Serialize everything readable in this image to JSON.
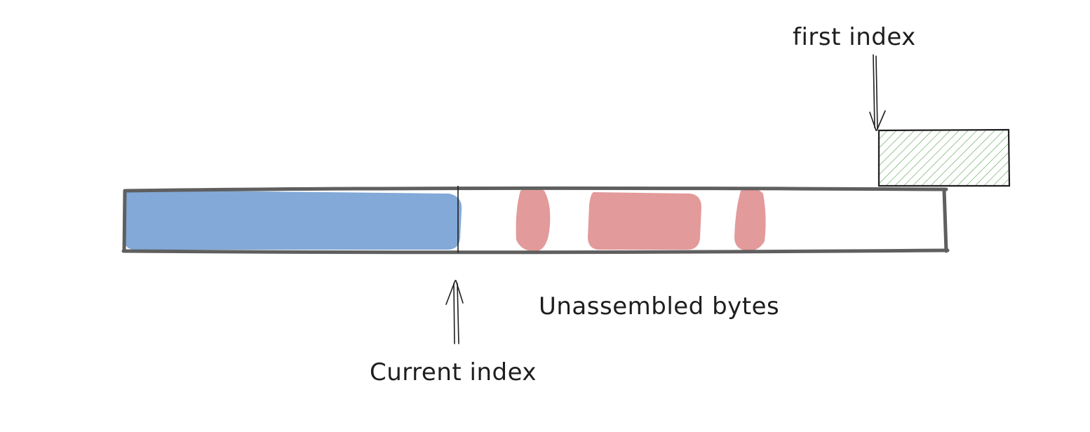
{
  "labels": {
    "first_index": "first index",
    "unassembled_bytes": "Unassembled bytes",
    "current_index": "Current index"
  },
  "colors": {
    "outline": "#5f5f5f",
    "assembled_fill": "#7ea6d6",
    "unassembled_fill": "#e39a9a",
    "incoming_hatch": "#6fae67",
    "ink": "#1e1e1e"
  }
}
